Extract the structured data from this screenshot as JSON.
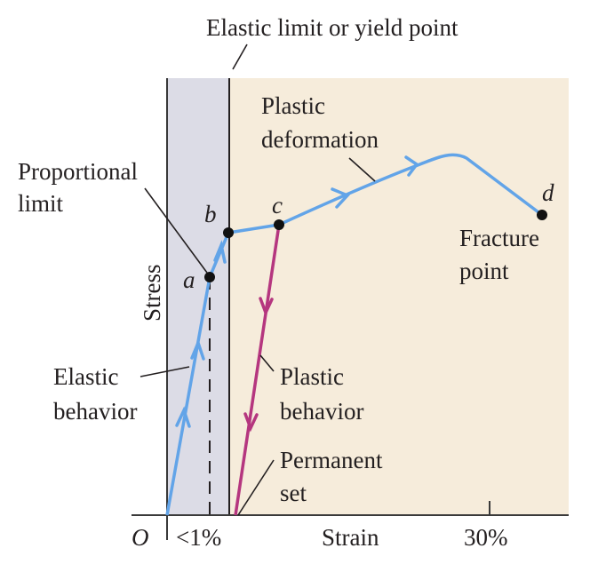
{
  "title": "Elastic limit or yield point",
  "axes": {
    "y_label": "Stress",
    "x_label": "Strain",
    "origin_label": "O",
    "x_ticks": [
      "<1%",
      "30%"
    ]
  },
  "points": {
    "a": "a",
    "b": "b",
    "c": "c",
    "d": "d"
  },
  "annotations": {
    "proportional_limit": [
      "Proportional",
      "limit"
    ],
    "plastic_deformation": [
      "Plastic",
      "deformation"
    ],
    "fracture_point": [
      "Fracture",
      "point"
    ],
    "elastic_behavior": [
      "Elastic",
      "behavior"
    ],
    "plastic_behavior": [
      "Plastic",
      "behavior"
    ],
    "permanent_set": [
      "Permanent",
      "set"
    ]
  },
  "colors": {
    "elastic_region": "#dcdce6",
    "plastic_region": "#f6ecdb",
    "loading_curve": "#62a4e8",
    "unloading_curve": "#b5367f",
    "ink": "#231f20"
  }
}
